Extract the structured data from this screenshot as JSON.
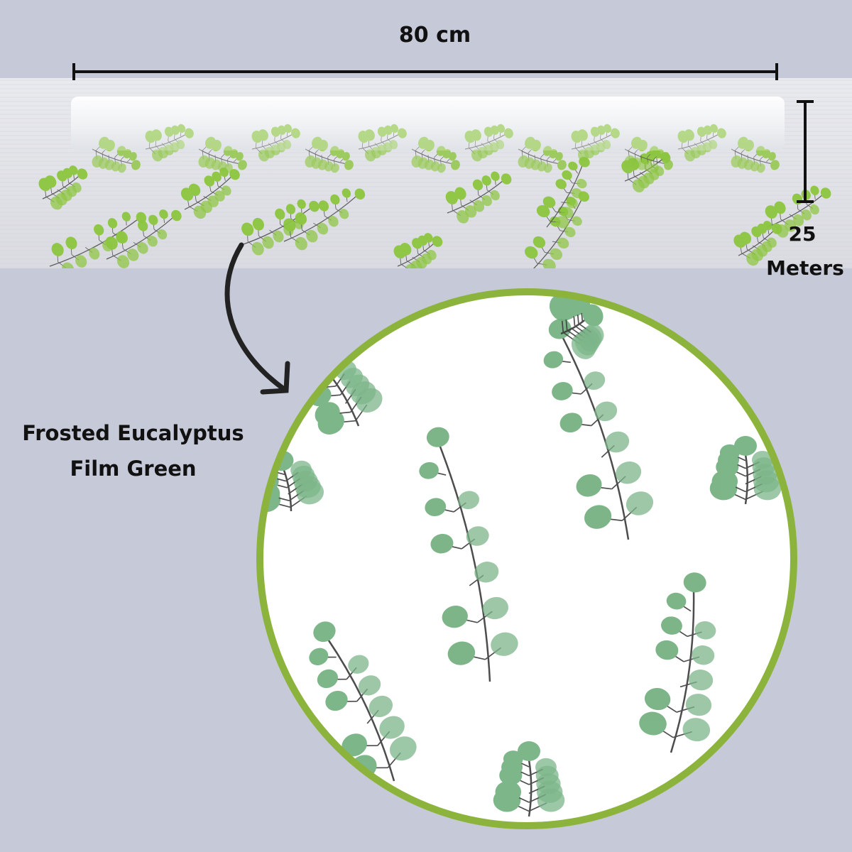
{
  "dimensions": {
    "width": "80 cm",
    "length_value": "25",
    "length_unit": "Meters"
  },
  "product": {
    "name_line1": "Frosted Eucalyptus",
    "name_line2": "Film Green"
  },
  "colors": {
    "background": "#c6c9d8",
    "circle_border": "#8cb43c",
    "leaf_bright": "#8cc63f",
    "leaf_sage": "#6fae7d",
    "stem": "#3a3a3a"
  },
  "icons": [
    "dimension-line",
    "curved-arrow",
    "eucalyptus-leaf"
  ]
}
